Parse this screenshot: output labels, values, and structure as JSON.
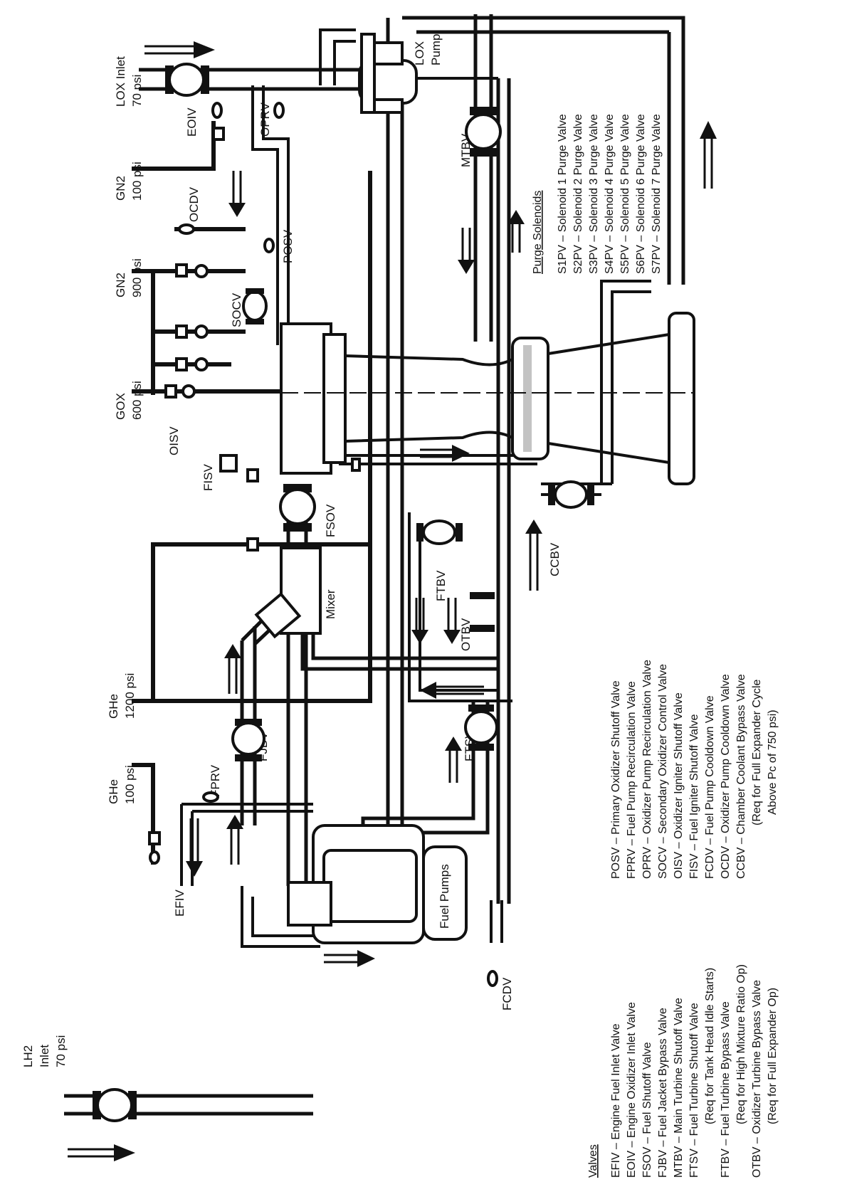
{
  "labels": {
    "lh2_inlet": [
      "LH2",
      "Inlet",
      "70 psi"
    ],
    "lox_inlet": [
      "LOX Inlet",
      "70 psi"
    ],
    "gn2_100": [
      "GN2",
      "100 psi"
    ],
    "gn2_900": [
      "GN2",
      "900 psi"
    ],
    "gox_600": [
      "GOX",
      "600 psi"
    ],
    "ghe_1200": [
      "GHe",
      "1200 psi"
    ],
    "ghe_100": [
      "GHe",
      "100 psi"
    ],
    "lox_pump": [
      "LOX",
      "Pump"
    ],
    "fuel_pumps": "Fuel Pumps",
    "mixer": "Mixer",
    "valve_tags": {
      "EFIV": "EFIV",
      "EOIV": "EOIV",
      "OPRV": "OPRV",
      "OCDV": "OCDV",
      "POSV": "POSV",
      "SOCV": "SOCV",
      "OISV": "OISV",
      "FISV": "FISV",
      "FSOV": "FSOV",
      "FJBV": "FJBV",
      "FPRV": "FPRV",
      "FTBV": "FTBV",
      "OTBV": "OTBV",
      "FTSV": "FTSV",
      "MTBV": "MTBV",
      "CCBV": "CCBV",
      "FCDV": "FCDV"
    }
  },
  "purge": {
    "title": "Purge Solenoids",
    "items": [
      "S1PV – Solenoid 1 Purge Valve",
      "S2PV – Solenoid 2 Purge Valve",
      "S3PV – Solenoid 3 Purge Valve",
      "S4PV – Solenoid 4 Purge Valve",
      "S5PV – Solenoid 5 Purge Valve",
      "S6PV – Solenoid 6 Purge Valve",
      "S7PV – Solenoid 7 Purge Valve"
    ]
  },
  "valves_legend": {
    "title": "Valves",
    "items": [
      "EFIV – Engine Fuel Inlet Valve",
      "EOIV – Engine Oxidizer Inlet Valve",
      "FSOV – Fuel Shutoff Valve",
      "FJBV – Fuel Jacket Bypass Valve",
      "MTBV – Main Turbine Shutoff Valve",
      "FTSV – Fuel Turbine Shutoff Valve",
      "(Req for Tank Head Idle Starts)",
      "FTBV – Fuel Turbine Bypass Valve",
      "(Req for High Mixture Ratio Op)",
      "OTBV – Oxidizer Turbine Bypass Valve",
      "(Req for Full Expander Op)"
    ]
  },
  "valves_legend2": {
    "items": [
      "POSV – Primary Oxidizer Shutoff Valve",
      "FPRV – Fuel Pump Recirculation Valve",
      "OPRV – Oxidizer Pump Recirculation Valve",
      "SOCV – Secondary Oxidizer Control Valve",
      "OISV – Oxidizer Igniter Shutoff Valve",
      "FISV – Fuel Igniter Shutoff Valve",
      "FCDV – Fuel Pump Cooldown Valve",
      "OCDV – Oxidizer Pump Cooldown Valve",
      "CCBV – Chamber Coolant Bypass Valve",
      "(Req for Full Expander Cycle",
      "Above Pc of 750 psi)"
    ]
  }
}
